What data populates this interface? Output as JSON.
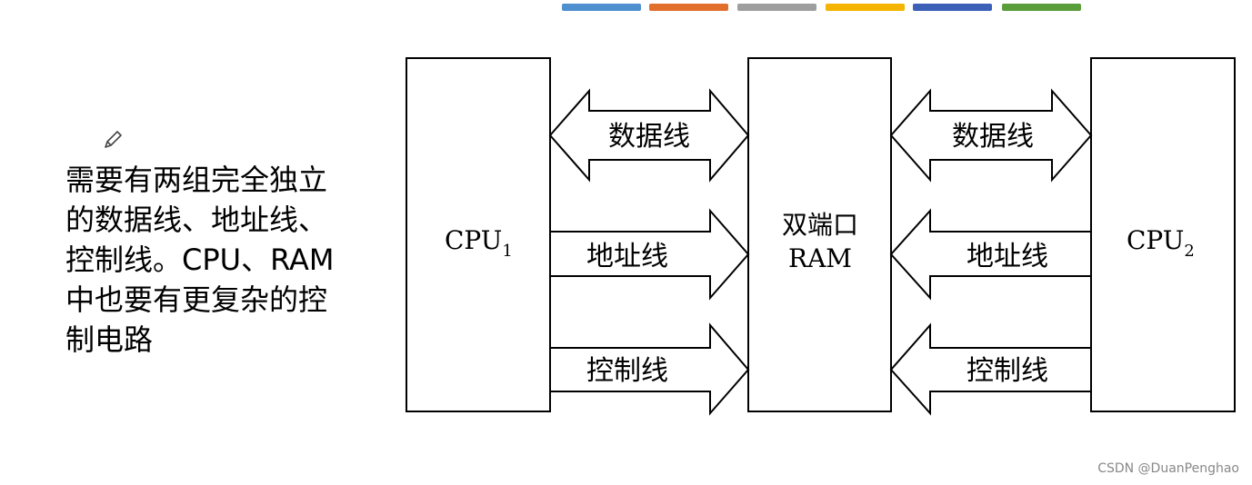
{
  "accent_bars": [
    "#4e8fcf",
    "#e26f2c",
    "#9e9e9e",
    "#f4b400",
    "#3c5fb7",
    "#5a9e3c"
  ],
  "note": {
    "icon": "pencil-icon",
    "text": "需要有两组完全独立的数据线、地址线、控制线。CPU、RAM中也要有更复杂的控制电路"
  },
  "diagram": {
    "cpu1": {
      "name": "CPU",
      "sub": "1"
    },
    "ram": {
      "line1": "双端口",
      "line2": "RAM"
    },
    "cpu2": {
      "name": "CPU",
      "sub": "2"
    },
    "left_bus": {
      "data": "数据线",
      "address": "地址线",
      "control": "控制线"
    },
    "right_bus": {
      "data": "数据线",
      "address": "地址线",
      "control": "控制线"
    }
  },
  "watermark": "CSDN @DuanPenghao"
}
